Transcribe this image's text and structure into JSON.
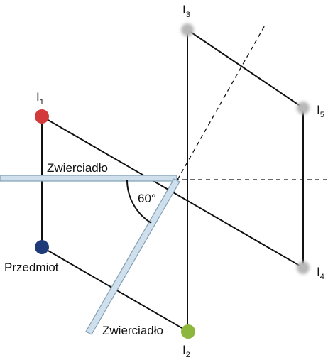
{
  "colors": {
    "object": "#1e3a78",
    "image_1": "#d33a3a",
    "image_2": "#8db63c",
    "virtual_images": "#b8b8b8",
    "mirror_fill": "#cfe0ec",
    "mirror_edge": "#7f9fb5",
    "lines": "#111111"
  },
  "labels": {
    "object": "Przedmiot",
    "mirror_top": "Zwierciadło",
    "mirror_bottom": "Zwierciadło",
    "angle": "60°",
    "i1": {
      "base": "I",
      "sub": "1"
    },
    "i2": {
      "base": "I",
      "sub": "2"
    },
    "i3": {
      "base": "I",
      "sub": "3"
    },
    "i4": {
      "base": "I",
      "sub": "4"
    },
    "i5": {
      "base": "I",
      "sub": "5"
    }
  },
  "icons": {
    "object": "filled-circle",
    "real_images": "filled-circle",
    "virtual_images": "blurred-circle"
  }
}
